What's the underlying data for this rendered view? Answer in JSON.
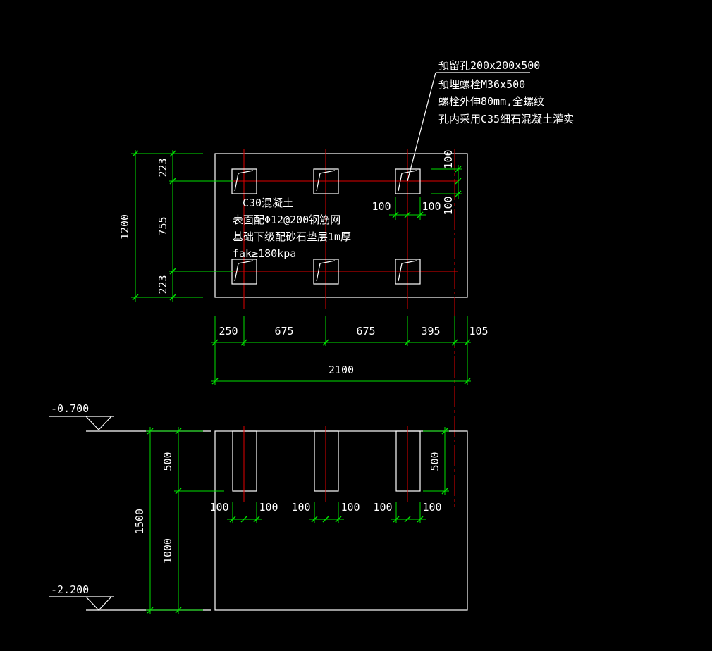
{
  "note_hole": {
    "line1": "预留孔200x200x500",
    "line2": "预埋螺栓M36x500",
    "line3": "螺栓外伸80mm,全螺纹",
    "line4": "孔内采用C35细石混凝土灌实"
  },
  "note_concrete": {
    "line1": "C30混凝土",
    "line2": "表面配Φ12@200钢筋网",
    "line3": "基础下级配砂石垫层1m厚",
    "line4": "fak≥180kpa"
  },
  "plan_dims": {
    "total_height": "1200",
    "top_edge": "223",
    "middle": "755",
    "bottom_edge": "223",
    "x_250": "250",
    "x_675_a": "675",
    "x_675_b": "675",
    "x_395": "395",
    "x_105": "105",
    "total_width": "2100",
    "hole_100_left": "100",
    "hole_100_right": "100",
    "right_100_top": "100",
    "right_100_mid": "100"
  },
  "section_dims": {
    "elev_top": "-0.700",
    "elev_bottom": "-2.200",
    "total_depth": "1500",
    "hole_depth_left": "500",
    "lower_depth": "1000",
    "hole_depth_right": "500",
    "h1_left": "100",
    "h1_right": "100",
    "h2_left": "100",
    "h2_right": "100",
    "h3_left": "100",
    "h3_right": "100"
  },
  "colors": {
    "outline": "#ffffff",
    "dimension": "#00e000",
    "centerline": "#e00000",
    "background": "#000000"
  }
}
